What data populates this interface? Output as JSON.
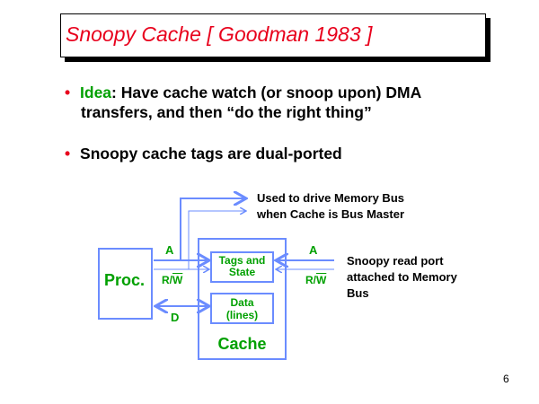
{
  "title": "Snoopy Cache  [ Goodman 1983 ]",
  "bullets": [
    {
      "highlight": "Idea",
      "text": ": Have cache watch (or snoop upon) DMA",
      "text2": "transfers, and then “do the right thing”"
    },
    {
      "text": "Snoopy cache tags are dual-ported"
    }
  ],
  "diagram": {
    "note_top_1": "Used to drive Memory Bus",
    "note_top_2": "when Cache is Bus Master",
    "proc": "Proc.",
    "a_left": "A",
    "rw_left_r": "R/",
    "rw_left_w": "W",
    "d": "D",
    "a_right": "A",
    "rw_right_r": "R/",
    "rw_right_w": "W",
    "tags_1": "Tags and",
    "tags_2": "State",
    "data_1": "Data",
    "data_2": "(lines)",
    "cache": "Cache",
    "snoop_1": "Snoopy read port",
    "snoop_2": "attached to Memory",
    "snoop_3": "Bus"
  },
  "page_number": "6",
  "colors": {
    "title": "#e8001c",
    "accent": "#00a000",
    "line": "#6b8cff"
  }
}
